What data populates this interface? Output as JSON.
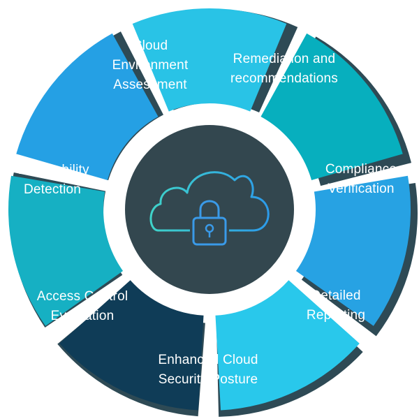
{
  "diagram": {
    "segments": [
      {
        "id": "cloud-environment-assessment",
        "lines": [
          "Cloud",
          "Environment",
          "Assessment"
        ],
        "color": "#29C3E6"
      },
      {
        "id": "remediation-and-recommendations",
        "lines": [
          "Remediation and",
          "recommendations"
        ],
        "color": "#07AFBE"
      },
      {
        "id": "compliance-verification",
        "lines": [
          "Compliance",
          "Verification"
        ],
        "color": "#27A2E3"
      },
      {
        "id": "detailed-reporting",
        "lines": [
          "Detailed",
          "Reporting"
        ],
        "color": "#29C8EB"
      },
      {
        "id": "enhanced-cloud-security-posture",
        "lines": [
          "Enhanced Cloud",
          "Security Posture"
        ],
        "color": "#0F3C57"
      },
      {
        "id": "access-control-evaluation",
        "lines": [
          "Access Control",
          "Evaluation"
        ],
        "color": "#16B0C3"
      },
      {
        "id": "vulnerability-detection",
        "lines": [
          "Vulnerability",
          "Detection"
        ],
        "color": "#25A0E4"
      }
    ],
    "colors": {
      "hub": "#33474F",
      "shadow": "#2E4A55",
      "cloud_stroke_start": "#3FD3C9",
      "cloud_stroke_end": "#2C9BEA",
      "lock_stroke": "#3A9AE8"
    },
    "icon": "cloud-lock-icon"
  }
}
